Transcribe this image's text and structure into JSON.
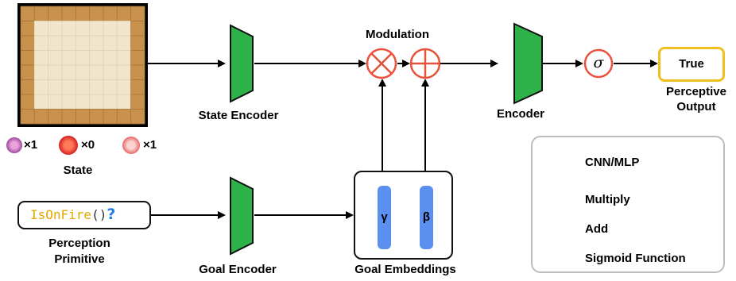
{
  "labels": {
    "state": "State",
    "state_encoder": "State Encoder",
    "modulation": "Modulation",
    "encoder": "Encoder",
    "perceptive_output": [
      "Perceptive",
      "Output"
    ],
    "perception_primitive": [
      "Perception",
      "Primitive"
    ],
    "goal_encoder": "Goal Encoder",
    "goal_embeddings": "Goal Embeddings"
  },
  "primitive": {
    "name": "IsOnFire",
    "parens": "()",
    "question": "?"
  },
  "output_value": "True",
  "sigma": "σ",
  "embeddings": {
    "gamma": "γ",
    "beta": "β"
  },
  "counts": [
    {
      "item": "onion",
      "text": "×1"
    },
    {
      "item": "tomato",
      "text": "×0"
    },
    {
      "item": "meat",
      "text": "×1"
    }
  ],
  "legend": [
    {
      "icon": "trapezoid-icon",
      "label": "CNN/MLP"
    },
    {
      "icon": "multiply-icon",
      "label": "Multiply"
    },
    {
      "icon": "add-icon",
      "label": "Add"
    },
    {
      "icon": "sigma-icon",
      "label": "Sigmoid Function"
    }
  ],
  "colors": {
    "encoder_fill": "#2eb34a",
    "operator": "#e8523a",
    "output_border": "#f0c020",
    "embedding_bar": "#5b8ff0",
    "grid_floor": "#f1e6cc",
    "grid_wall": "#c9924c"
  }
}
